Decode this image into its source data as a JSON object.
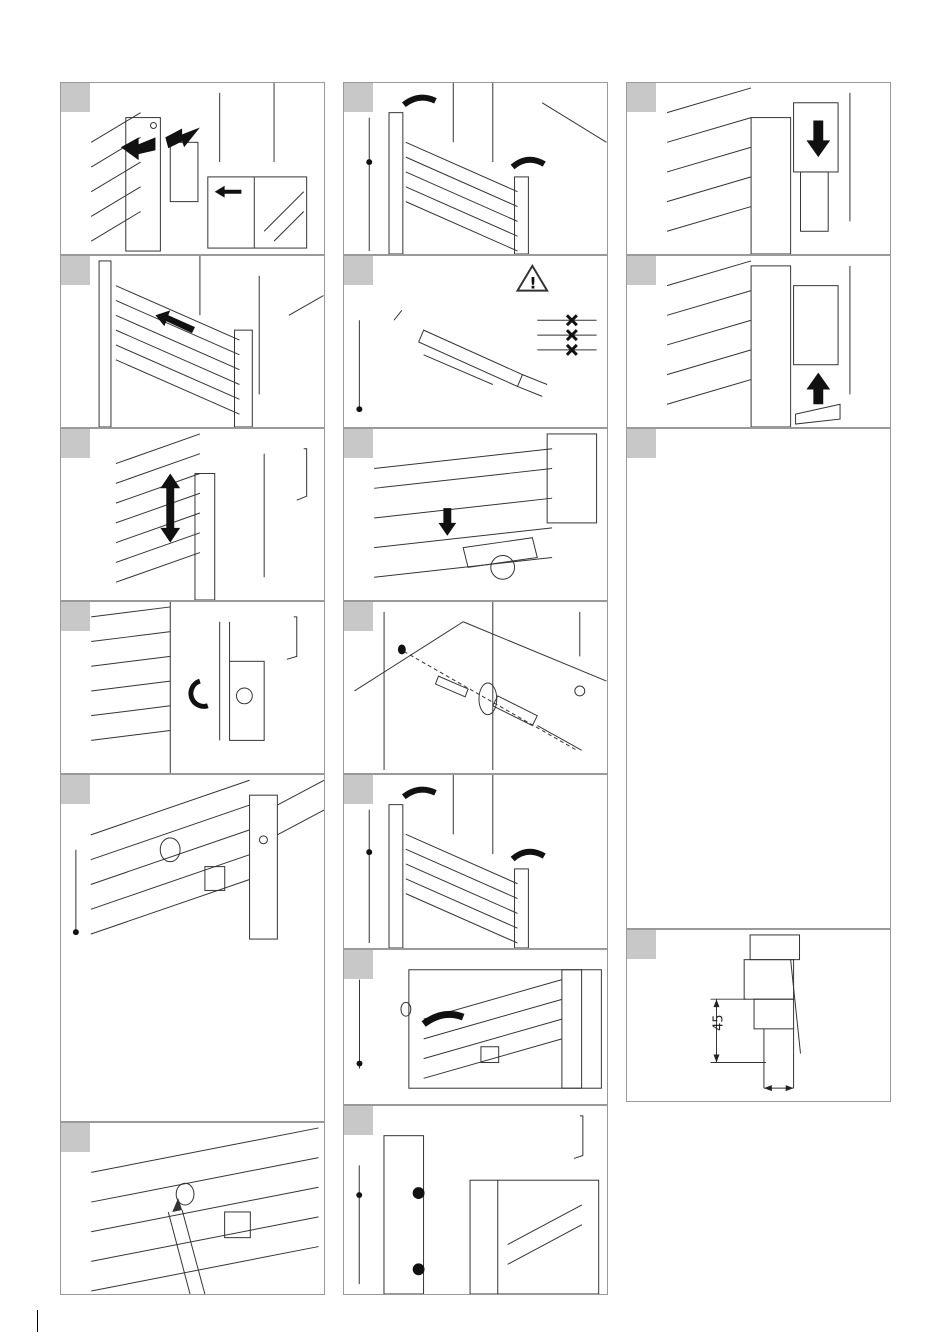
{
  "dimension_label": "45",
  "panels": [
    {
      "id": "A1",
      "content": "clamp-shift"
    },
    {
      "id": "A2",
      "content": "radiator-slide"
    },
    {
      "id": "A3",
      "content": "height-adjust"
    },
    {
      "id": "A4",
      "content": "clamp-tighten"
    },
    {
      "id": "A5",
      "content": "wall-rosette"
    },
    {
      "id": "A6",
      "content": "pencil-mark"
    },
    {
      "id": "B1",
      "content": "lift-radiator"
    },
    {
      "id": "B2",
      "content": "drill-warning"
    },
    {
      "id": "B3",
      "content": "pipe-connection"
    },
    {
      "id": "B4",
      "content": "dowel-screw"
    },
    {
      "id": "B5",
      "content": "hang-radiator"
    },
    {
      "id": "B6",
      "content": "insert-bracket"
    },
    {
      "id": "B7",
      "content": "hex-key-fix"
    },
    {
      "id": "C1",
      "content": "cover-down"
    },
    {
      "id": "C2",
      "content": "cover-up"
    },
    {
      "id": "C3",
      "content": "blank"
    },
    {
      "id": "C4",
      "content": "dimension-drawing"
    }
  ],
  "colors": {
    "border": "#9a9a9a",
    "badge": "#c8c8c8",
    "line": "#222222"
  }
}
